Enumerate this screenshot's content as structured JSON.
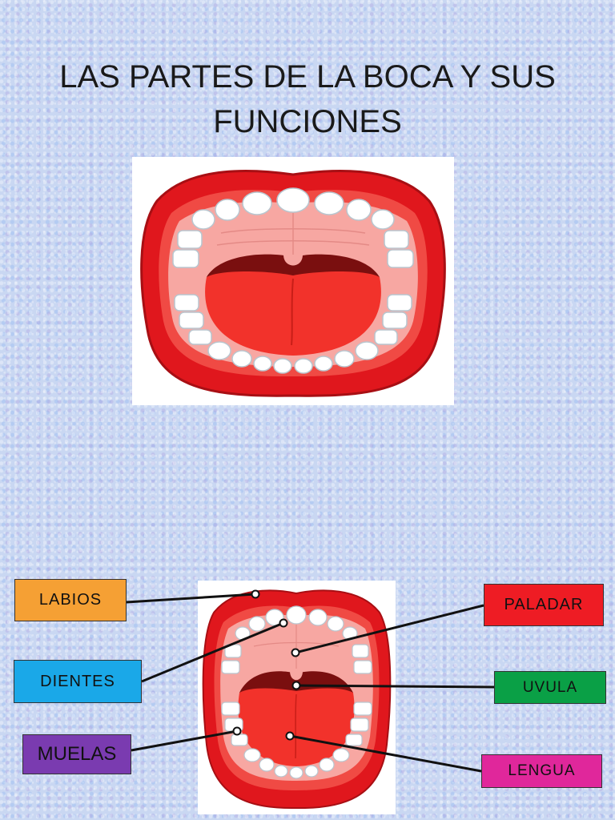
{
  "title": "LAS PARTES DE LA BOCA Y SUS FUNCIONES",
  "labels": {
    "labios": "LABIOS",
    "dientes": "DIENTES",
    "muelas": "MUELAS",
    "paladar": "PALADAR",
    "uvula": "UVULA",
    "lengua": "LENGUA"
  },
  "colors": {
    "labios": "#f5a034",
    "dientes": "#1aa8e8",
    "muelas": "#7a3bb0",
    "paladar": "#ee1c24",
    "uvula": "#0aa046",
    "lengua": "#e0279b",
    "lips": "#e0171d",
    "palate": "#f7a7a2",
    "tongue": "#f2322b"
  }
}
